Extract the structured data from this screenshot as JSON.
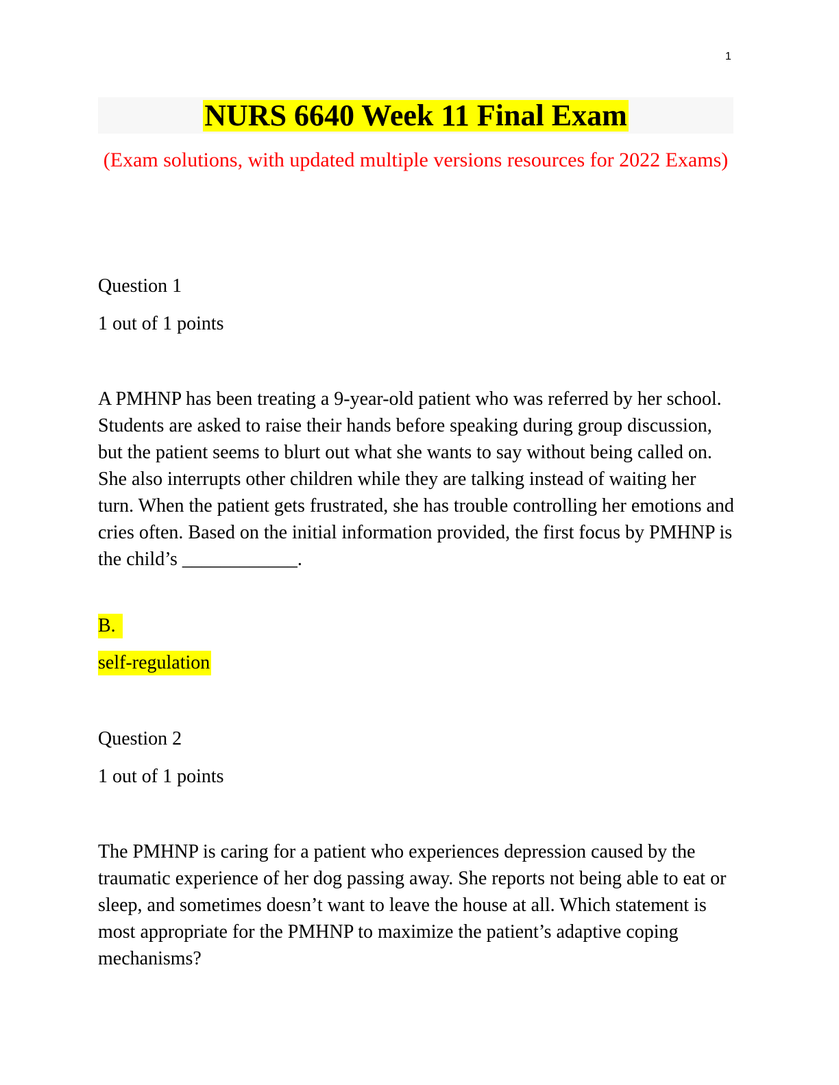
{
  "page_number": "1",
  "title": "NURS 6640 Week 11 Final Exam",
  "subtitle": "(Exam solutions, with updated multiple versions resources for 2022 Exams)",
  "colors": {
    "title_highlight": "#ffff00",
    "subtitle_text": "#ff0000",
    "answer_highlight": "#ffff00"
  },
  "questions": [
    {
      "label": "Question 1",
      "points": "1 out of 1 points",
      "text": "A PMHNP has been treating a 9-year-old patient who was referred by her school. Students are asked to raise their hands before speaking during group discussion, but the patient seems to blurt out what she wants to say without being called on. She also interrupts other children while they are talking instead of waiting her turn. When the patient gets frustrated, she has trouble controlling her emotions and cries often. Based on the initial information provided, the first focus by PMHNP is the child’s ____________.",
      "answer_letter": "B.",
      "answer_text": "self-regulation"
    },
    {
      "label": "Question 2",
      "points": "1 out of 1 points",
      "text": "The PMHNP is caring for a patient who experiences depression caused by the traumatic experience of her dog passing away. She reports not being able to eat or sleep, and sometimes doesn’t want to leave the house at all. Which statement is most appropriate for the PMHNP to maximize the patient’s adaptive coping mechanisms?"
    }
  ]
}
